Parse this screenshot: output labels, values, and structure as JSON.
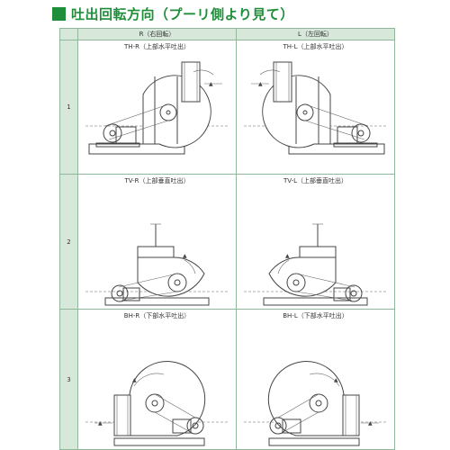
{
  "title": "吐出回転方向（プーリ側より見て）",
  "columns": [
    "R（右回転）",
    "L（左回転）"
  ],
  "rows": [
    {
      "number": "1",
      "left_label": "TH-R（上部水平吐出）",
      "right_label": "TH-L（上部水平吐出）"
    },
    {
      "number": "2",
      "left_label": "TV-R（上部垂直吐出）",
      "right_label": "TV-L（上部垂直吐出）"
    },
    {
      "number": "3",
      "left_label": "BH-R（下部水平吐出）",
      "right_label": "BH-L（下部水平吐出）"
    }
  ],
  "accent_color": "#1f8e3a",
  "header_color": "#d7e8da"
}
